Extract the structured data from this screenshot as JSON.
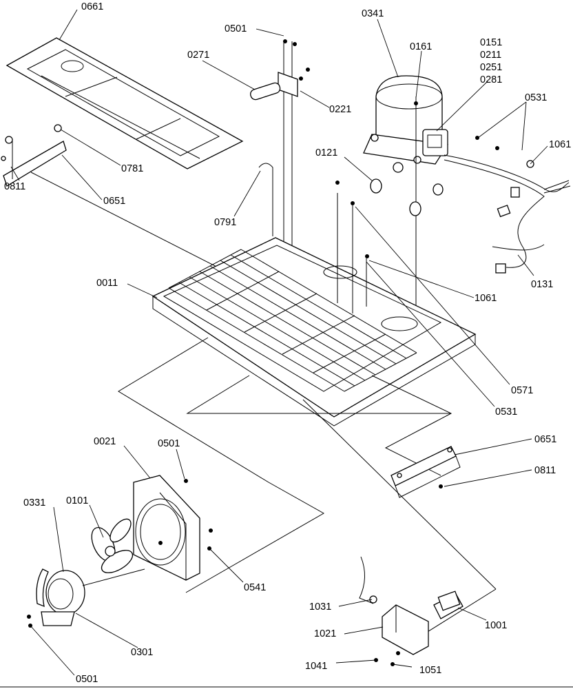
{
  "callouts": [
    "0661",
    "0501",
    "0341",
    "0161",
    "0151",
    "0211",
    "0251",
    "0281",
    "0271",
    "0221",
    "0531",
    "1061",
    "0121",
    "0781",
    "0811",
    "0651",
    "0791",
    "0011",
    "1061",
    "0131",
    "0571",
    "0531",
    "0651",
    "0811",
    "0021",
    "0501",
    "0101",
    "0331",
    "0541",
    "1031",
    "1001",
    "1021",
    "1041",
    "1051",
    "0301",
    "0501"
  ]
}
